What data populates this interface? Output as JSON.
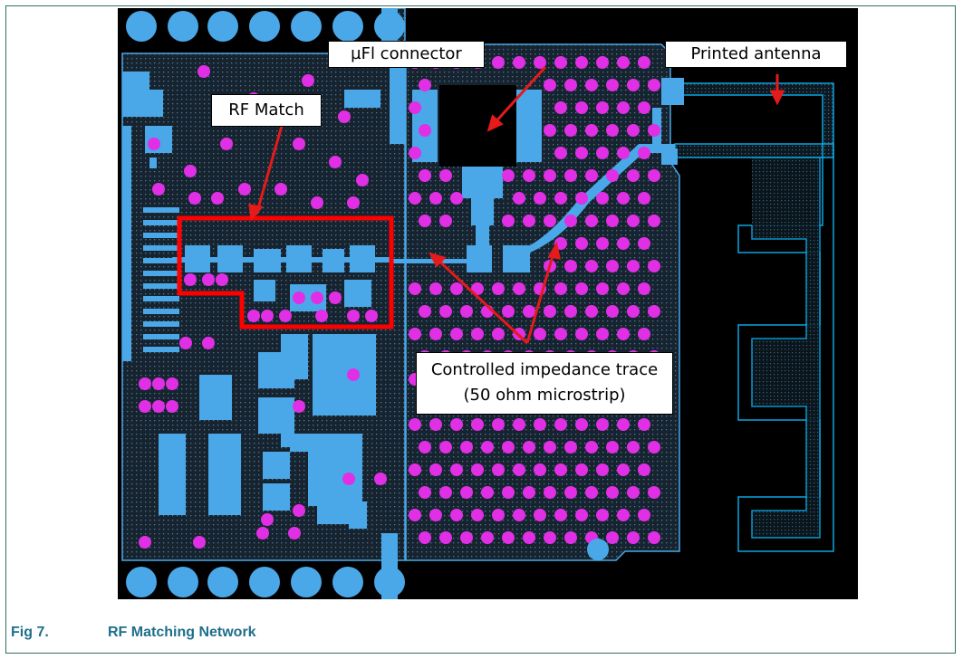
{
  "figure": {
    "labels": {
      "connector": "µFl connector",
      "antenna": "Printed antenna",
      "rf_match": "RF Match",
      "trace_line1": "Controlled impedance trace",
      "trace_line2": "(50 ohm microstrip)"
    },
    "caption": {
      "number": "Fig 7.",
      "title": "RF Matching Network"
    }
  },
  "colors": {
    "board": "#000000",
    "copper": "#4aa8e8",
    "via": "#e12fe6",
    "hatch_bg": "#1f3a4c",
    "antenna": "#0aa6e0",
    "highlight": "#ff0000",
    "caption": "#1f6f8a"
  }
}
